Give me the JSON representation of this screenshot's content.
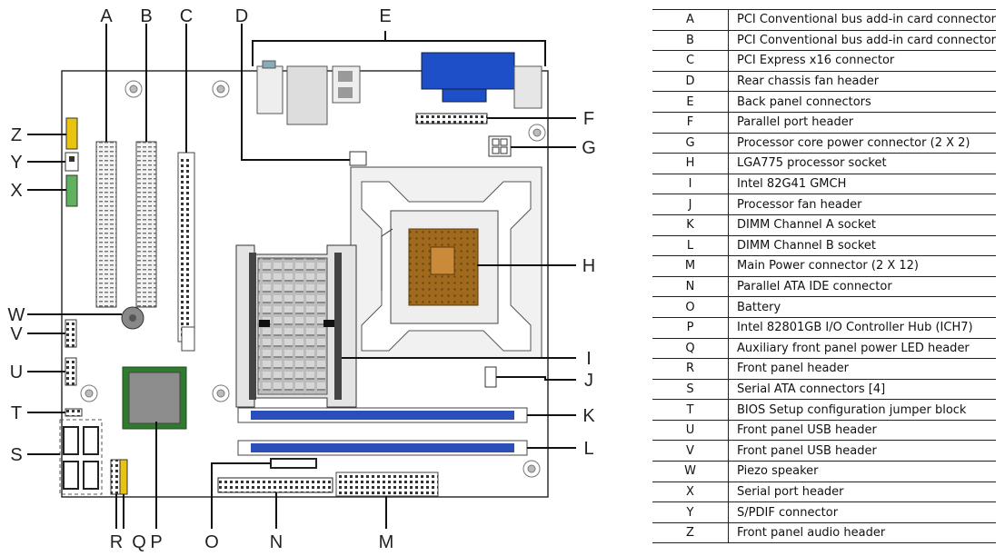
{
  "diagram": {
    "callouts": {
      "A": "A",
      "B": "B",
      "C": "C",
      "D": "D",
      "E": "E",
      "F": "F",
      "G": "G",
      "H": "H",
      "I": "I",
      "J": "J",
      "K": "K",
      "L": "L",
      "M": "M",
      "N": "N",
      "O": "O",
      "P": "P",
      "Q": "Q",
      "R": "R",
      "S": "S",
      "T": "T",
      "U": "U",
      "V": "V",
      "W": "W",
      "X": "X",
      "Y": "Y",
      "Z": "Z"
    }
  },
  "legend": {
    "rows": [
      {
        "code": "A",
        "desc": "PCI Conventional bus add-in card connector"
      },
      {
        "code": "B",
        "desc": "PCI Conventional bus add-in card connector"
      },
      {
        "code": "C",
        "desc": "PCI Express x16 connector"
      },
      {
        "code": "D",
        "desc": "Rear chassis fan header"
      },
      {
        "code": "E",
        "desc": "Back panel connectors"
      },
      {
        "code": "F",
        "desc": "Parallel port header"
      },
      {
        "code": "G",
        "desc": "Processor core power connector (2 X 2)"
      },
      {
        "code": "H",
        "desc": "LGA775 processor socket"
      },
      {
        "code": "I",
        "desc": "Intel 82G41 GMCH"
      },
      {
        "code": "J",
        "desc": "Processor fan header"
      },
      {
        "code": "K",
        "desc": "DIMM Channel A socket"
      },
      {
        "code": "L",
        "desc": "DIMM Channel B socket"
      },
      {
        "code": "M",
        "desc": "Main Power connector (2 X 12)"
      },
      {
        "code": "N",
        "desc": "Parallel ATA IDE connector"
      },
      {
        "code": "O",
        "desc": "Battery"
      },
      {
        "code": "P",
        "desc": "Intel 82801GB I/O Controller Hub (ICH7)"
      },
      {
        "code": "Q",
        "desc": "Auxiliary front panel power LED header"
      },
      {
        "code": "R",
        "desc": "Front panel header"
      },
      {
        "code": "S",
        "desc": "Serial ATA connectors [4]"
      },
      {
        "code": "T",
        "desc": "BIOS Setup configuration jumper block"
      },
      {
        "code": "U",
        "desc": "Front panel USB header"
      },
      {
        "code": "V",
        "desc": "Front panel USB header"
      },
      {
        "code": "W",
        "desc": "Piezo speaker"
      },
      {
        "code": "X",
        "desc": "Serial port header"
      },
      {
        "code": "Y",
        "desc": "S/PDIF connector"
      },
      {
        "code": "Z",
        "desc": "Front panel audio header"
      }
    ]
  },
  "colors": {
    "board_outline": "#222222",
    "dimm_blue": "#2b4fb8",
    "cpu_socket_brown": "#a06a1e",
    "vga_port_blue": "#1f4fc8",
    "yellow_header": "#e8c410",
    "green_header": "#5fb05f",
    "heatsink_gray": "#9a9a9a"
  }
}
